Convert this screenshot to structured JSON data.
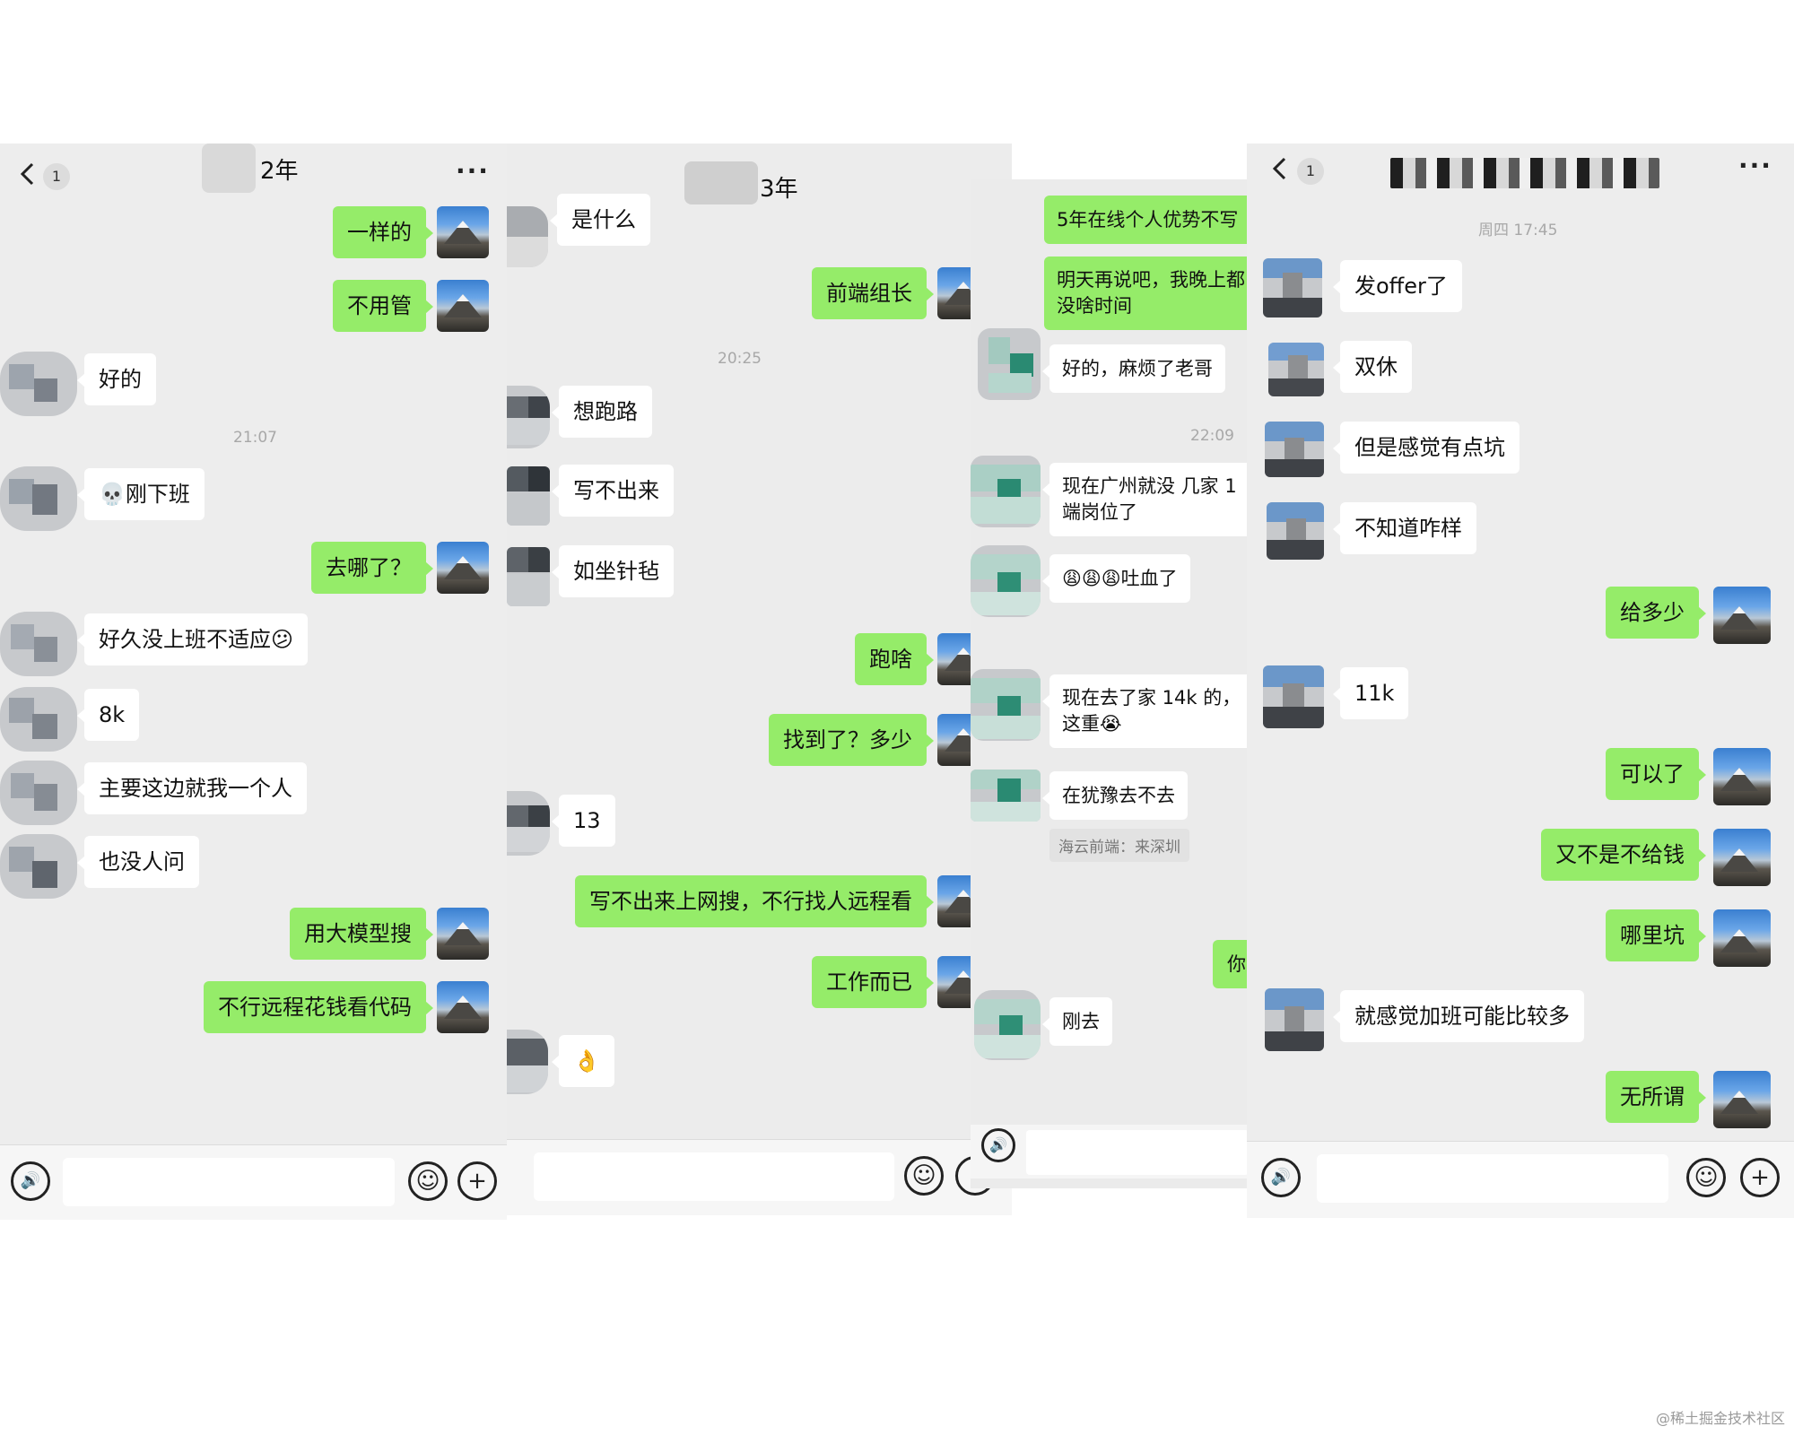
{
  "panels": {
    "p1": {
      "badge": "1",
      "title": "2年",
      "more": "···",
      "messages": [
        {
          "text": "一样的"
        },
        {
          "text": "不用管"
        },
        {
          "text": "好的"
        },
        {
          "text": "21:07"
        },
        {
          "text": "💀刚下班"
        },
        {
          "text": "去哪了？"
        },
        {
          "text": "好久没上班不适应😕"
        },
        {
          "text": "8k"
        },
        {
          "text": "主要这边就我一个人"
        },
        {
          "text": "也没人问"
        },
        {
          "text": "用大模型搜"
        },
        {
          "text": "不行远程花钱看代码"
        }
      ]
    },
    "p2": {
      "title": "3年",
      "messages": [
        {
          "text": "是什么"
        },
        {
          "text": "前端组长"
        },
        {
          "text": "20:25"
        },
        {
          "text": "想跑路"
        },
        {
          "text": "写不出来"
        },
        {
          "text": "如坐针毡"
        },
        {
          "text": "跑啥"
        },
        {
          "text": "找到了？多少"
        },
        {
          "text": "13"
        },
        {
          "text": "写不出来上网搜，不行找人远程看"
        },
        {
          "text": "工作而已"
        },
        {
          "text": "👌"
        }
      ]
    },
    "p3": {
      "messages": [
        {
          "text": "5年在线个人优势不写"
        },
        {
          "text": "明天再说吧，我晚上都没啥时间"
        },
        {
          "text": "好的，麻烦了老哥"
        },
        {
          "text": "22:09"
        },
        {
          "text": "现在广州就没 几家 1端岗位了"
        },
        {
          "text": "😩😩😩吐血了"
        },
        {
          "text": "现在去了家 14k 的，这重😭"
        },
        {
          "text": "在犹豫去不去"
        },
        {
          "text": "海云前端：来深圳"
        },
        {
          "text": "你"
        },
        {
          "text": "刚去"
        }
      ]
    },
    "p4": {
      "badge": "1",
      "more": "···",
      "messages": [
        {
          "text": "周四 17:45"
        },
        {
          "text": "发offer了"
        },
        {
          "text": "双休"
        },
        {
          "text": "但是感觉有点坑"
        },
        {
          "text": "不知道咋样"
        },
        {
          "text": "给多少"
        },
        {
          "text": "11k"
        },
        {
          "text": "可以了"
        },
        {
          "text": "又不是不给钱"
        },
        {
          "text": "哪里坑"
        },
        {
          "text": "就感觉加班可能比较多"
        },
        {
          "text": "无所谓"
        }
      ]
    }
  },
  "icons": {
    "voice": "voice-icon",
    "emoji": "emoji-icon",
    "plus": "plus-icon",
    "back": "back-arrow-icon"
  },
  "colors": {
    "outgoing_bubble": "#95ec69",
    "incoming_bubble": "#ffffff",
    "chat_background": "#ededed"
  },
  "watermark": "@稀土掘金技术社区"
}
